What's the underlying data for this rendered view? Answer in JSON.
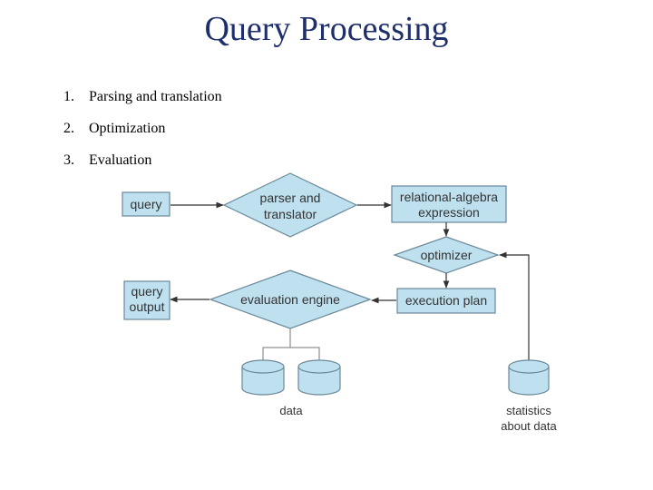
{
  "title": "Query Processing",
  "steps": [
    {
      "num": "1.",
      "text": "Parsing and translation"
    },
    {
      "num": "2.",
      "text": "Optimization"
    },
    {
      "num": "3.",
      "text": "Evaluation"
    }
  ],
  "diagram": {
    "query": "query",
    "parser_line1": "parser and",
    "parser_line2": "translator",
    "relalg_line1": "relational-algebra",
    "relalg_line2": "expression",
    "optimizer": "optimizer",
    "execution_plan": "execution plan",
    "eval_engine": "evaluation engine",
    "output_line1": "query",
    "output_line2": "output",
    "data": "data",
    "stats_line1": "statistics",
    "stats_line2": "about data"
  },
  "colors": {
    "node_fill": "#bfe0ef",
    "title": "#1f2f6b"
  }
}
